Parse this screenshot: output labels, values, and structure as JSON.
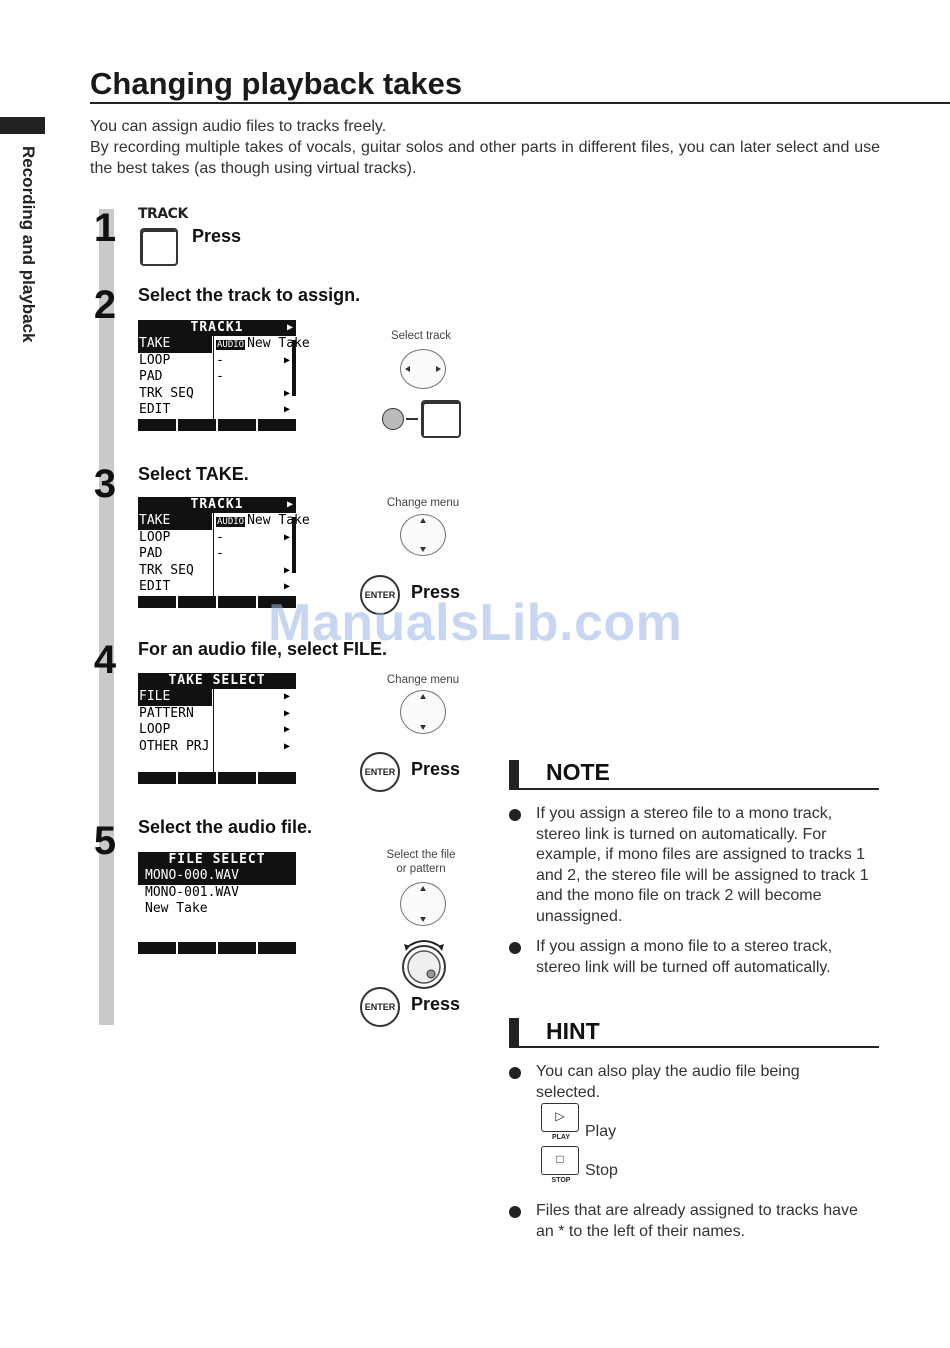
{
  "side_label": "Recording and playback",
  "title": "Changing playback takes",
  "intro": [
    "You can assign audio files to tracks freely.",
    "By recording multiple takes of vocals, guitar solos and other parts in different files, you can later select and use the best takes (as though using virtual tracks)."
  ],
  "steps": [
    {
      "num": "1",
      "key_label": "TRACK",
      "action": "Press"
    },
    {
      "num": "2",
      "title": "Select the track to assign.",
      "caption": "Select track"
    },
    {
      "num": "3",
      "title": "Select TAKE.",
      "caption": "Change menu",
      "action": "Press"
    },
    {
      "num": "4",
      "title": "For an audio file, select FILE.",
      "caption": "Change menu",
      "action": "Press"
    },
    {
      "num": "5",
      "title": "Select the audio file.",
      "caption_line1": "Select the file",
      "caption_line2": "or pattern",
      "action": "Press"
    }
  ],
  "enter_label": "ENTER",
  "lcd_track": {
    "header": "TRACK1",
    "rows": [
      {
        "name": "TAKE",
        "tag": "AUDIO",
        "value": "New Take"
      },
      {
        "name": "LOOP",
        "value": "-"
      },
      {
        "name": "PAD",
        "value": "-"
      },
      {
        "name": "TRK SEQ",
        "value": ""
      },
      {
        "name": "EDIT",
        "value": ""
      }
    ]
  },
  "lcd_take_select": {
    "header": "TAKE SELECT",
    "rows": [
      "FILE",
      "PATTERN",
      "LOOP",
      "OTHER PRJ"
    ]
  },
  "lcd_file_select": {
    "header": "FILE SELECT",
    "rows": [
      "MONO-000.WAV",
      "MONO-001.WAV",
      "New Take"
    ]
  },
  "note": {
    "heading": "NOTE",
    "items": [
      "If you assign a stereo file to a mono track, stereo link is turned on automatically. For example, if mono files are assigned to tracks 1 and 2, the stereo file will be assigned to track 1 and the mono file on track 2 will become unassigned.",
      "If you assign a mono file to a stereo track, stereo link will be turned off automatically."
    ]
  },
  "hint": {
    "heading": "HINT",
    "item1": "You can also play the audio file being selected.",
    "play_key": "PLAY",
    "play_label": "Play",
    "stop_key": "STOP",
    "stop_label": "Stop",
    "item2": "Files that are already assigned to tracks have an * to the left of their names."
  },
  "watermark": "ManualsLib.com"
}
